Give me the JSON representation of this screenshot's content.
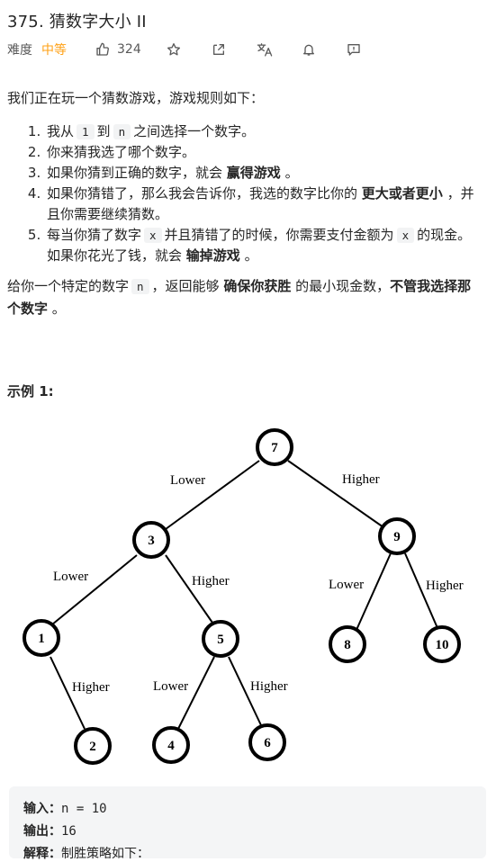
{
  "header": {
    "title": "375. 猜数字大小 II",
    "difficulty_label": "难度",
    "difficulty": "中等",
    "like_count": "324"
  },
  "description": {
    "intro": "我们正在玩一个猜数游戏，游戏规则如下：",
    "rules": {
      "r1": {
        "a": "我从",
        "c1": "1",
        "b": "到",
        "c2": "n",
        "c": "之间选择一个数字。"
      },
      "r2": {
        "a": "你来猜我选了哪个数字。"
      },
      "r3": {
        "a": "如果你猜到正确的数字，就会",
        "bold": "赢得游戏",
        "c": "。"
      },
      "r4": {
        "a": "如果你猜错了，那么我会告诉你，我选的数字比你的",
        "bold": "更大或者更小",
        "c": "，并且你需要继续猜数。"
      },
      "r5": {
        "a": "每当你猜了数字",
        "c1": "x",
        "b": "并且猜错了的时候，你需要支付金额为",
        "c2": "x",
        "c": "的现金。如果你花光了钱，就会",
        "bold": "输掉游戏",
        "d": "。"
      }
    },
    "para2": {
      "a": "给你一个特定的数字",
      "c1": "n",
      "b": "，返回能够",
      "bold1": "确保你获胜",
      "c": "的最小现金数，",
      "bold2": "不管我选择那个数字",
      "d": "。"
    }
  },
  "example": {
    "title": "示例 1:",
    "input_label": "输入：",
    "input_value": "n = 10",
    "output_label": "输出：",
    "output_value": "16",
    "explain_label": "解释：",
    "explain_value": "制胜策略如下："
  },
  "tree_figure": {
    "nodes": [
      "7",
      "3",
      "9",
      "1",
      "5",
      "8",
      "10",
      "2",
      "4",
      "6"
    ],
    "edge_labels": {
      "e73": "Lower",
      "e79": "Higher",
      "e31": "Lower",
      "e35": "Higher",
      "e98": "Lower",
      "e910": "Higher",
      "e12": "Higher",
      "e54": "Lower",
      "e56": "Higher"
    }
  },
  "icons": {
    "like": "thumbs-up-icon",
    "star": "star-icon",
    "share": "share-icon",
    "translate": "translate-icon",
    "bell": "bell-icon",
    "feedback": "feedback-icon"
  },
  "colors": {
    "difficulty_medium": "#ffa116",
    "text": "#262626",
    "code_bg": "#f2f3f4",
    "example_bg": "#f4f5f6"
  }
}
